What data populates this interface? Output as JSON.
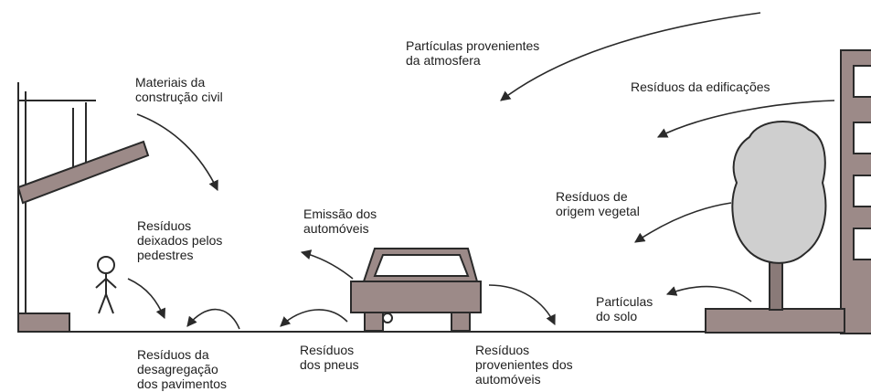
{
  "labels": {
    "atmosfera": [
      "Partículas provenientes",
      "da atmosfera"
    ],
    "construcao": [
      "Materiais da",
      "construção civil"
    ],
    "edificacoes": [
      "Resíduos da edificações"
    ],
    "vegetal": [
      "Resíduos de",
      "origem vegetal"
    ],
    "emissao": [
      "Emissão dos",
      "automóveis"
    ],
    "pedestres": [
      "Resíduos",
      "deixados pelos",
      "pedestres"
    ],
    "solo": [
      "Partículas",
      "do solo"
    ],
    "pavimentos": [
      "Resíduos da",
      "desagregação",
      "dos pavimentos"
    ],
    "pneus": [
      "Resíduos",
      "dos pneus"
    ],
    "automoveis": [
      "Resíduos",
      "provenientes dos",
      "automóveis"
    ]
  },
  "colors": {
    "line": "#2a2a2a",
    "structure_fill": "#9c8a88",
    "tree_fill": "#cfcfcf",
    "trunk_fill": "#8a7a78"
  }
}
